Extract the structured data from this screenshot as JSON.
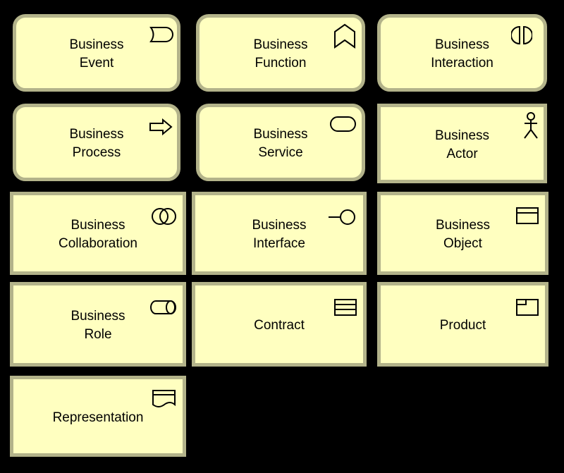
{
  "colors": {
    "background": "#000000",
    "fill": "#ffffc0",
    "border": "#b3b38a",
    "stroke": "#000000"
  },
  "elements": [
    {
      "id": "business-event",
      "label": "Business\nEvent",
      "icon": "event-icon"
    },
    {
      "id": "business-function",
      "label": "Business\nFunction",
      "icon": "function-chevron-icon"
    },
    {
      "id": "business-interaction",
      "label": "Business\nInteraction",
      "icon": "interaction-split-circle-icon"
    },
    {
      "id": "business-process",
      "label": "Business\nProcess",
      "icon": "process-arrow-icon"
    },
    {
      "id": "business-service",
      "label": "Business\nService",
      "icon": "service-rounded-rect-icon"
    },
    {
      "id": "business-actor",
      "label": "Business\nActor",
      "icon": "actor-stick-figure-icon"
    },
    {
      "id": "business-collaboration",
      "label": "Business\nCollaboration",
      "icon": "collaboration-overlapping-circles-icon"
    },
    {
      "id": "business-interface",
      "label": "Business\nInterface",
      "icon": "interface-lollipop-icon"
    },
    {
      "id": "business-object",
      "label": "Business\nObject",
      "icon": "object-rectangle-icon"
    },
    {
      "id": "business-role",
      "label": "Business\nRole",
      "icon": "role-cylinder-icon"
    },
    {
      "id": "contract",
      "label": "Contract",
      "icon": "contract-lined-rectangle-icon"
    },
    {
      "id": "product",
      "label": "Product",
      "icon": "product-tabbed-rectangle-icon"
    },
    {
      "id": "representation",
      "label": "Representation",
      "icon": "representation-wavy-icon"
    }
  ]
}
